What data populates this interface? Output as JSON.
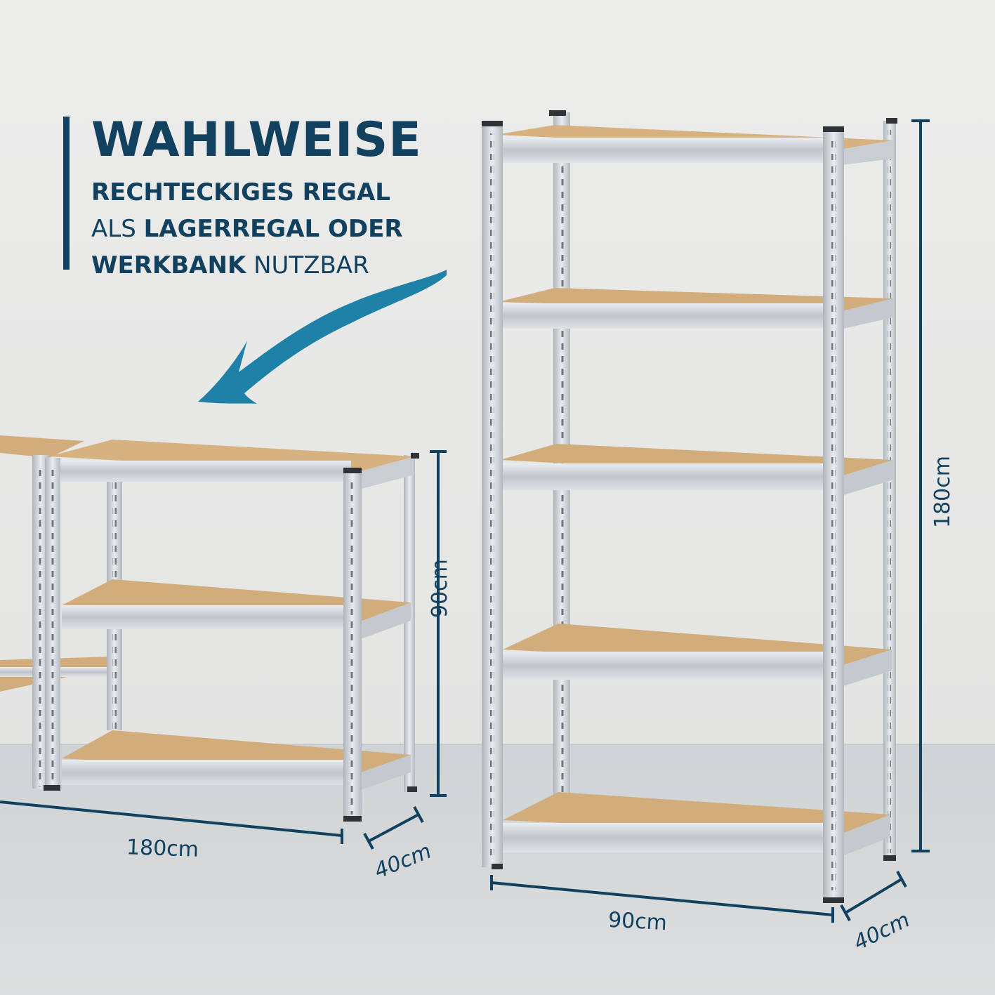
{
  "headline": {
    "title": "WAHLWEISE",
    "line1": "RECHTECKIGES REGAL",
    "line2_pre": "ALS ",
    "line2_bold": "LAGERREGAL ODER",
    "line3_bold": "WERKBANK",
    "line3_post": " NUTZBAR"
  },
  "dimensions": {
    "small_height": "90cm",
    "small_width": "180cm",
    "small_depth": "40cm",
    "tall_height": "180cm",
    "tall_width": "90cm",
    "tall_depth": "40cm"
  },
  "colors": {
    "brand": "#12405f",
    "arrow": "#1e82a8",
    "wall": "#e9e9e8",
    "floor": "#d6d8d9",
    "board": "#d2ad7c",
    "steel": "#c7cdd2"
  }
}
